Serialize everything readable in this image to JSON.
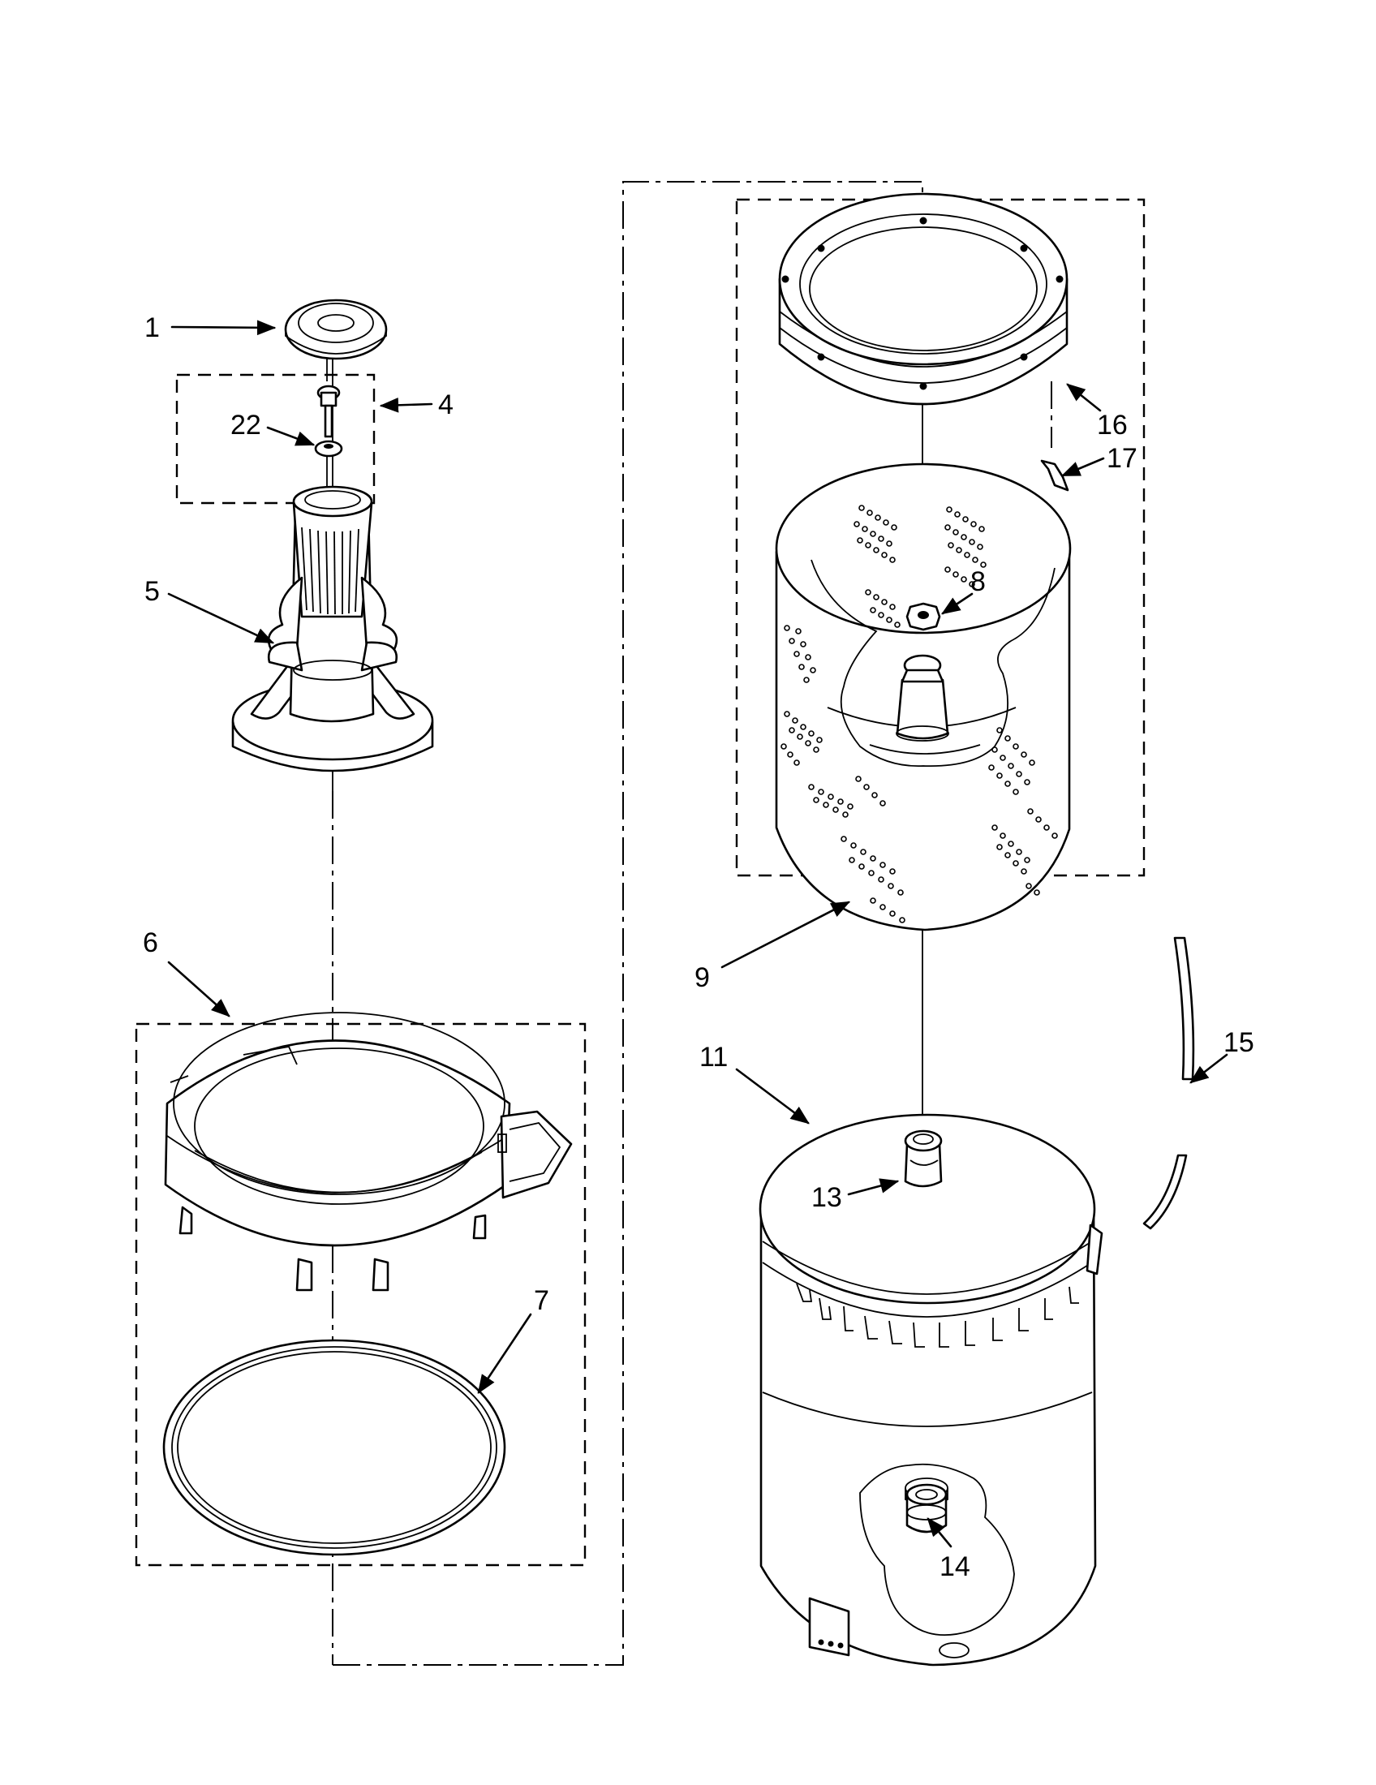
{
  "callouts": [
    {
      "id": "label-1",
      "text": "1"
    },
    {
      "id": "label-4",
      "text": "4"
    },
    {
      "id": "label-22",
      "text": "22"
    },
    {
      "id": "label-5",
      "text": "5"
    },
    {
      "id": "label-6",
      "text": "6"
    },
    {
      "id": "label-7",
      "text": "7"
    },
    {
      "id": "label-16",
      "text": "16"
    },
    {
      "id": "label-17",
      "text": "17"
    },
    {
      "id": "label-8",
      "text": "8"
    },
    {
      "id": "label-9",
      "text": "9"
    },
    {
      "id": "label-15",
      "text": "15"
    },
    {
      "id": "label-11",
      "text": "11"
    },
    {
      "id": "label-13",
      "text": "13"
    },
    {
      "id": "label-14",
      "text": "14"
    }
  ],
  "colors": {
    "ink": "#000000",
    "paper": "#ffffff"
  }
}
